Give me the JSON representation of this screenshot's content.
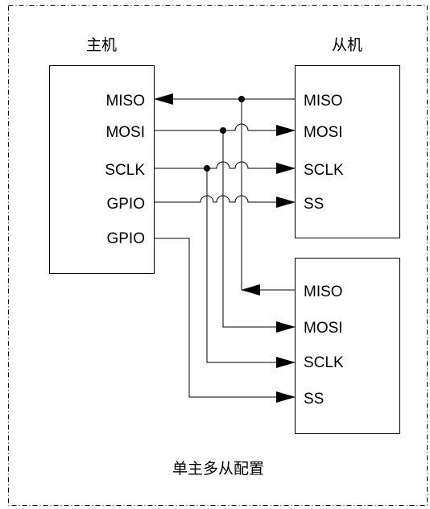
{
  "master": {
    "title": "主机",
    "pins": [
      "MISO",
      "MOSI",
      "SCLK",
      "GPIO",
      "GPIO"
    ]
  },
  "slave1": {
    "title": "从机",
    "pins": [
      "MISO",
      "MOSI",
      "SCLK",
      "SS"
    ]
  },
  "slave2": {
    "pins": [
      "MISO",
      "MOSI",
      "SCLK",
      "SS"
    ]
  },
  "caption": "单主多从配置"
}
